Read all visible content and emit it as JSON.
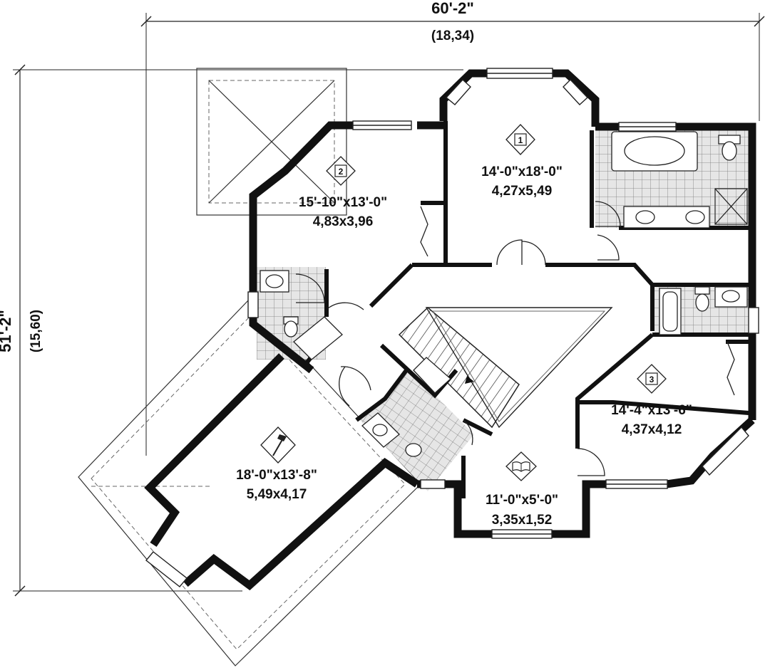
{
  "overall": {
    "width_imperial": "60'-2\"",
    "width_metric": "(18,34)",
    "depth_imperial": "51'-2\"",
    "depth_metric": "(15,60)"
  },
  "rooms": [
    {
      "id": "bedroom-1",
      "tag": "1",
      "icon": "bed-icon",
      "imperial": "14'-0\"x18'-0\"",
      "metric": "4,27x5,49"
    },
    {
      "id": "bedroom-2",
      "tag": "2",
      "icon": "bed-icon",
      "imperial": "15'-10\"x13'-0\"",
      "metric": "4,83x3,96"
    },
    {
      "id": "bedroom-3",
      "tag": "3",
      "icon": "bed-icon",
      "imperial": "14'-4\"x13'-6\"",
      "metric": "4,37x4,12"
    },
    {
      "id": "bonus-room",
      "icon": "hammer-icon",
      "imperial": "18'-0\"x13'-8\"",
      "metric": "5,49x4,17"
    },
    {
      "id": "reading-nook",
      "icon": "open-book-icon",
      "imperial": "11'-0\"x5'-0\"",
      "metric": "3,35x1,52"
    }
  ]
}
